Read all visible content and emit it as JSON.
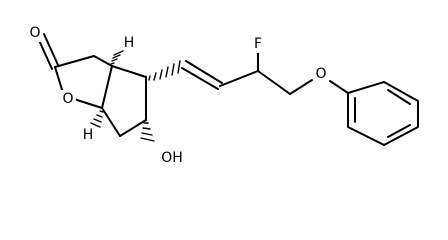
{
  "structure": {
    "atoms": {
      "carbonyl_o": "O",
      "ring_o": "O",
      "h_top": "H",
      "h_bottom": "H",
      "hydroxyl": "OH",
      "fluorine": "F",
      "ether_o": "O"
    }
  }
}
